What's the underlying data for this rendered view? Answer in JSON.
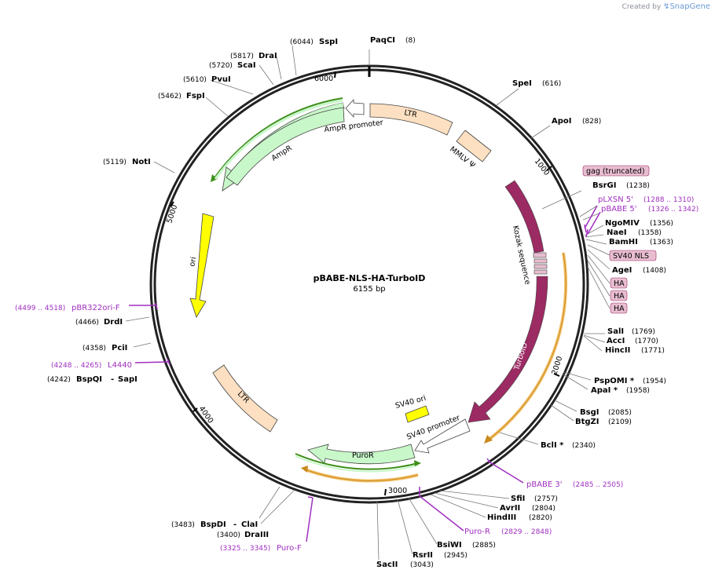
{
  "watermark": {
    "created_by": "Created by",
    "app": "SnapGene"
  },
  "map": {
    "name": "pBABE-NLS-HA-TurboID",
    "length": "6155 bp"
  },
  "ticks": [
    "1000",
    "2000",
    "3000",
    "4000",
    "5000",
    "6000"
  ],
  "features": {
    "ltr_top": "LTR",
    "mmlv": "MMLV Ψ",
    "ampr_promoter": "AmpR promoter",
    "ampr": "AmpR",
    "ori": "ori",
    "kozak": "Kozak sequence",
    "turboid": "TurboID",
    "sv40_ori": "SV40 ori",
    "sv40_promoter": "SV40 promoter",
    "puror": "PuroR",
    "ltr_bottom": "LTR"
  },
  "boxed_labels": {
    "gag": "gag (truncated)",
    "sv40nls": "SV40 NLS",
    "ha1": "HA",
    "ha2": "HA",
    "ha3": "HA"
  },
  "enzymes": [
    {
      "name": "PaqCI",
      "pos": "(8)"
    },
    {
      "name": "SpeI",
      "pos": "(616)"
    },
    {
      "name": "ApoI",
      "pos": "(828)"
    },
    {
      "name": "BsrGI",
      "pos": "(1238)"
    },
    {
      "name": "NgoMIV",
      "pos": "(1356)"
    },
    {
      "name": "NaeI",
      "pos": "(1358)"
    },
    {
      "name": "BamHI",
      "pos": "(1363)"
    },
    {
      "name": "AgeI",
      "pos": "(1408)"
    },
    {
      "name": "SalI",
      "pos": "(1769)"
    },
    {
      "name": "AccI",
      "pos": "(1770)"
    },
    {
      "name": "HincII",
      "pos": "(1771)"
    },
    {
      "name": "PspOMI *",
      "pos": "(1954)"
    },
    {
      "name": "ApaI *",
      "pos": "(1958)"
    },
    {
      "name": "BsgI",
      "pos": "(2085)"
    },
    {
      "name": "BtgZI",
      "pos": "(2109)"
    },
    {
      "name": "BclI *",
      "pos": "(2340)"
    },
    {
      "name": "SfiI",
      "pos": "(2757)"
    },
    {
      "name": "AvrII",
      "pos": "(2804)"
    },
    {
      "name": "HindIII",
      "pos": "(2820)"
    },
    {
      "name": "BsiWI",
      "pos": "(2885)"
    },
    {
      "name": "RsrII",
      "pos": "(2945)"
    },
    {
      "name": "SacII",
      "pos": "(3043)"
    },
    {
      "name": "BspDI",
      "pos": "(3483)"
    },
    {
      "name": "ClaI",
      "pos": ""
    },
    {
      "name": "DraIII",
      "pos": "(3400)"
    },
    {
      "name": "PciI",
      "pos": "(4358)"
    },
    {
      "name": "BspQI",
      "pos": "(4242)"
    },
    {
      "name": "SapI",
      "pos": ""
    },
    {
      "name": "DrdI",
      "pos": "(4466)"
    },
    {
      "name": "NotI",
      "pos": "(5119)"
    },
    {
      "name": "FspI",
      "pos": "(5462)"
    },
    {
      "name": "PvuI",
      "pos": "(5610)"
    },
    {
      "name": "ScaI",
      "pos": "(5720)"
    },
    {
      "name": "DraI",
      "pos": "(5817)"
    },
    {
      "name": "SspI",
      "pos": "(6044)"
    }
  ],
  "primers": [
    {
      "name": "pLXSN 5'",
      "range": "(1288 .. 1310)"
    },
    {
      "name": "pBABE 5'",
      "range": "(1326 .. 1342)"
    },
    {
      "name": "pBABE 3'",
      "range": "(2485 .. 2505)"
    },
    {
      "name": "Puro-R",
      "range": "(2829 .. 2848)"
    },
    {
      "name": "Puro-F",
      "range": "(3325 .. 3345)"
    },
    {
      "name": "L4440",
      "range": "(4248 .. 4265)"
    },
    {
      "name": "pBR322ori-F",
      "range": "(4499 .. 4518)"
    }
  ],
  "colors": {
    "backbone": "#222222",
    "ltr": "#fde0c2",
    "ampr": "#c8f7c9",
    "ori": "#ffff00",
    "turboid": "#9c2a63",
    "sv40_ori": "#ffff00",
    "primer": "#a02fc0",
    "orf_arrow": "#f4c06a",
    "green_arrow": "#3e8e1a",
    "box_fill": "#e8bdd0"
  }
}
